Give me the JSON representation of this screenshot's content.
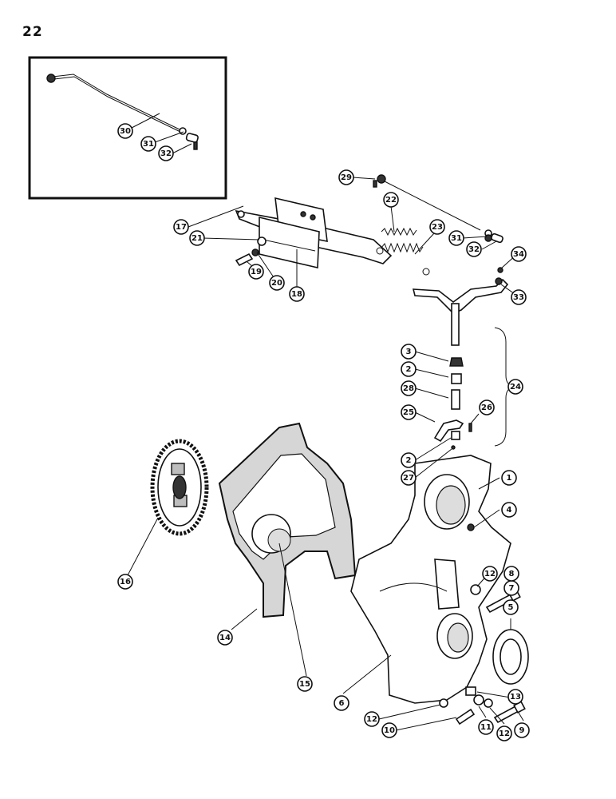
{
  "page_number": "22",
  "callouts": [
    "1",
    "2",
    "2",
    "3",
    "4",
    "5",
    "6",
    "7",
    "8",
    "9",
    "10",
    "11",
    "12",
    "12",
    "12",
    "13",
    "14",
    "15",
    "16",
    "17",
    "18",
    "19",
    "20",
    "21",
    "22",
    "23",
    "24",
    "25",
    "26",
    "27",
    "28",
    "29",
    "30",
    "31",
    "31",
    "32",
    "32",
    "33",
    "34"
  ]
}
